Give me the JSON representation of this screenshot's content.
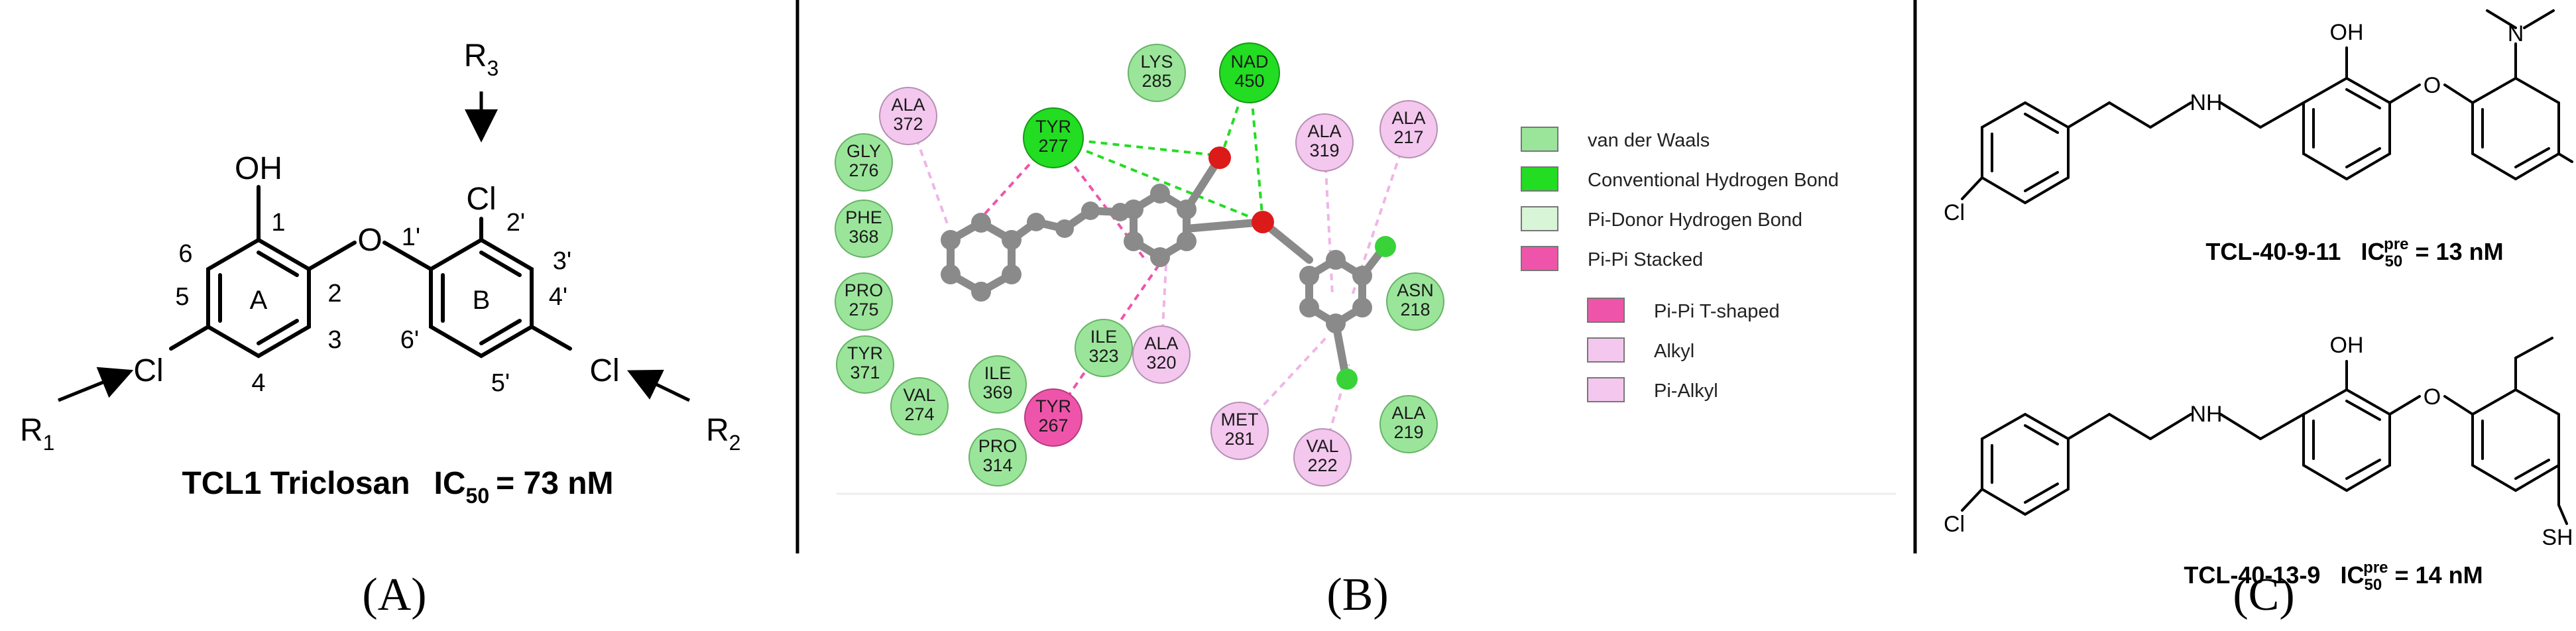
{
  "panel_a": {
    "letter": "(A)",
    "caption_name": "TCL1 Triclosan",
    "caption_ic": "IC",
    "caption_ic_sub": "50",
    "caption_ic_value": "= 73 nM",
    "atoms": {
      "oh": "OH",
      "o_bridge": "O",
      "cl_2p": "Cl",
      "cl_5": "Cl",
      "cl_4p": "Cl",
      "r3": "R",
      "r3_sub": "3",
      "r1": "R",
      "r1_sub": "1",
      "r2": "R",
      "r2_sub": "2"
    },
    "ring_labels": {
      "ring_a": "A",
      "ring_b": "B"
    },
    "positions": {
      "p1": "1",
      "p2": "2",
      "p3": "3",
      "p4": "4",
      "p5": "5",
      "p6": "6",
      "p1p": "1'",
      "p2p": "2'",
      "p3p": "3'",
      "p4p": "4'",
      "p5p": "5'",
      "p6p": "6'"
    }
  },
  "panel_b": {
    "letter": "(B)",
    "residues": {
      "ala372": [
        "ALA",
        "372"
      ],
      "gly276": [
        "GLY",
        "276"
      ],
      "phe368": [
        "PHE",
        "368"
      ],
      "pro275": [
        "PRO",
        "275"
      ],
      "tyr371": [
        "TYR",
        "371"
      ],
      "val274": [
        "VAL",
        "274"
      ],
      "ile369": [
        "ILE",
        "369"
      ],
      "pro314": [
        "PRO",
        "314"
      ],
      "tyr267": [
        "TYR",
        "267"
      ],
      "ile323": [
        "ILE",
        "323"
      ],
      "ala320": [
        "ALA",
        "320"
      ],
      "lys285": [
        "LYS",
        "285"
      ],
      "tyr277": [
        "TYR",
        "277"
      ],
      "nad450": [
        "NAD",
        "450"
      ],
      "ala319": [
        "ALA",
        "319"
      ],
      "ala217": [
        "ALA",
        "217"
      ],
      "asn218": [
        "ASN",
        "218"
      ],
      "met281": [
        "MET",
        "281"
      ],
      "val222": [
        "VAL",
        "222"
      ],
      "ala219": [
        "ALA",
        "219"
      ]
    },
    "legend": [
      {
        "label": "van der Waals",
        "color": "#9be59b"
      },
      {
        "label": "Conventional Hydrogen Bond",
        "color": "#22dd22"
      },
      {
        "label": "Pi-Donor Hydrogen Bond",
        "color": "#d8f5d8"
      },
      {
        "label": "Pi-Pi Stacked",
        "color": "#ee55aa"
      },
      {
        "label": "Pi-Pi T-shaped",
        "color": "#ee55aa"
      },
      {
        "label": "Alkyl",
        "color": "#f3c7ee"
      },
      {
        "label": "Pi-Alkyl",
        "color": "#f3c7ee"
      }
    ]
  },
  "panel_c": {
    "letter": "(C)",
    "compound1": {
      "name": "TCL-40-9-11",
      "ic": "IC",
      "ic_sub": "50",
      "ic_sup": "pre",
      "ic_value": "= 13 nM",
      "atoms": {
        "oh": "OH",
        "o": "O",
        "n": "N",
        "nh": "NH",
        "cl": "Cl"
      }
    },
    "compound2": {
      "name": "TCL-40-13-9",
      "ic": "IC",
      "ic_sub": "50",
      "ic_sup": "pre",
      "ic_value": "= 14 nM",
      "atoms": {
        "oh": "OH",
        "o": "O",
        "nh": "NH",
        "cl": "Cl",
        "sh": "SH"
      }
    }
  },
  "colors": {
    "ink": "#000000",
    "divider": "#000000",
    "carbon": "#8a8a8a",
    "oxygen": "#dd1a1a",
    "chlorine": "#39d239",
    "hbond_line": "#22dd22",
    "pi_line": "#ee55aa",
    "alkyl_line": "#f0b5e6",
    "vdw_fill": "#9be59b",
    "hbond_fill": "#22dd22",
    "alkyl_fill": "#f3c7ee",
    "pistack_fill": "#ee55aa"
  }
}
